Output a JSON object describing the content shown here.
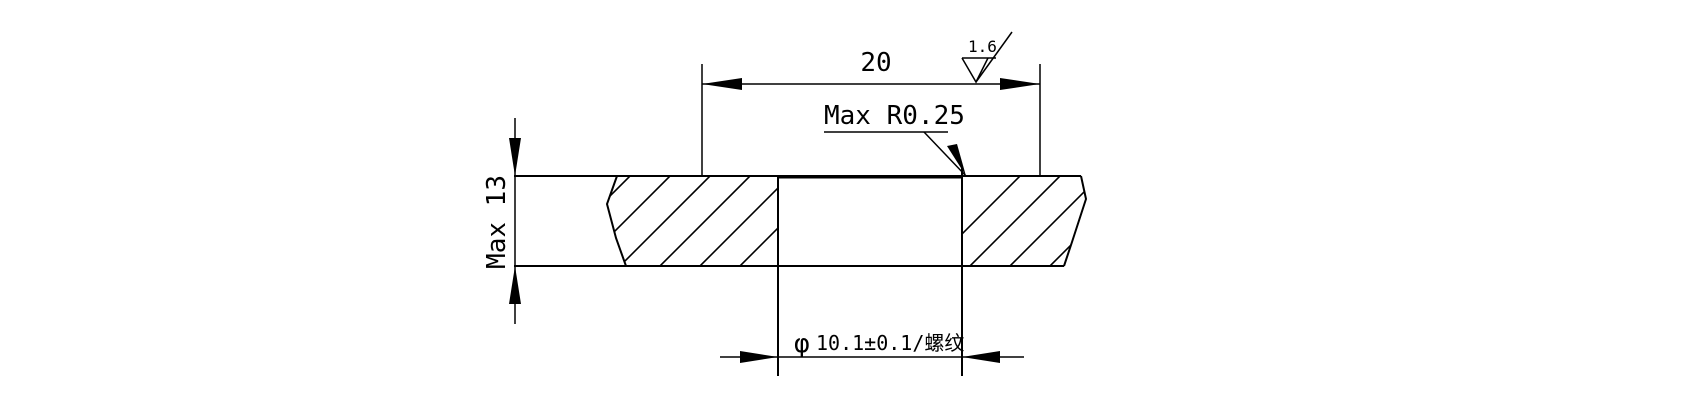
{
  "drawing": {
    "width_dimension": "20",
    "surface_roughness": "1.6",
    "radius_note": "Max R0.25",
    "thickness_note": "Max 13",
    "diameter_symbol": "φ",
    "hole_note": "10.1±0.1/螺纹"
  },
  "colors": {
    "line": "#000000",
    "background": "#ffffff"
  }
}
